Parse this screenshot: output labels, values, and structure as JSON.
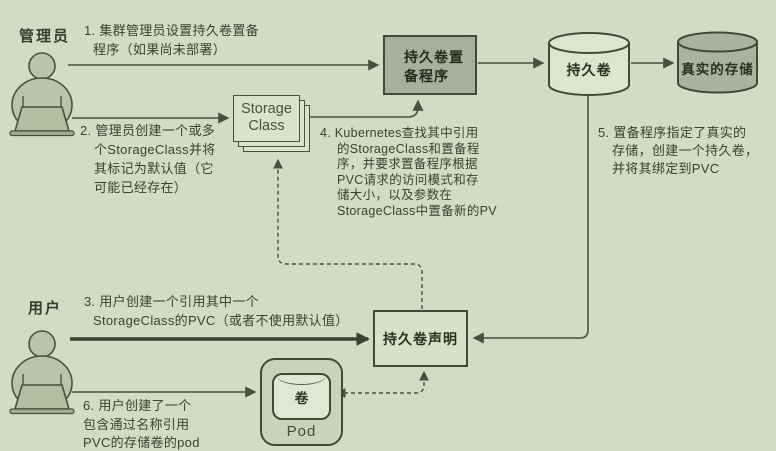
{
  "actors": {
    "admin": {
      "label": "管理员"
    },
    "user": {
      "label": "用户"
    }
  },
  "nodes": {
    "storage_class": {
      "line1": "Storage",
      "line2": "Class"
    },
    "provisioner": {
      "line1": "持久卷置",
      "line2": "备程序"
    },
    "pv": {
      "label": "持久卷"
    },
    "real_storage": {
      "label": "真实的存储"
    },
    "pvc": {
      "label": "持久卷声明"
    },
    "pod": {
      "label": "Pod",
      "volume_label": "卷"
    }
  },
  "notes": {
    "n1": {
      "l1": "1. 集群管理员设置持久卷置备",
      "l2": "程序（如果尚未部署）"
    },
    "n2": {
      "l1": "2. 管理员创建一个或多",
      "l2": "个StorageClass并将",
      "l3": "其标记为默认值（它",
      "l4": "可能已经存在）"
    },
    "n3": {
      "l1": "3. 用户创建一个引用其中一个",
      "l2": "StorageClass的PVC（或者不使用默认值）"
    },
    "n4": {
      "l1": "4. Kubernetes查找其中引用",
      "l2": "的StorageClass和置备程",
      "l3": "序，并要求置备程序根据",
      "l4": "PVC请求的访问模式和存",
      "l5": "储大小，以及参数在",
      "l6": "StorageClass中置备新的PV"
    },
    "n5": {
      "l1": "5. 置备程序指定了真实的",
      "l2": "存储，创建一个持久卷，",
      "l3": "并将其绑定到PVC"
    },
    "n6": {
      "l1": "6.  用户创建了一个",
      "l2": "包含通过名称引用",
      "l3": "PVC的存储卷的pod"
    }
  },
  "colors": {
    "background": "#cedec4",
    "line_ink": "#44523f",
    "text_ink": "#333e2f",
    "light_box_fill": "#d8e3cb",
    "gray_box_fill": "#a9b4a0",
    "pod_fill": "#c6d4b9",
    "volume_fill": "#dfe8d2",
    "figure_fill": "#b7c5ac"
  }
}
